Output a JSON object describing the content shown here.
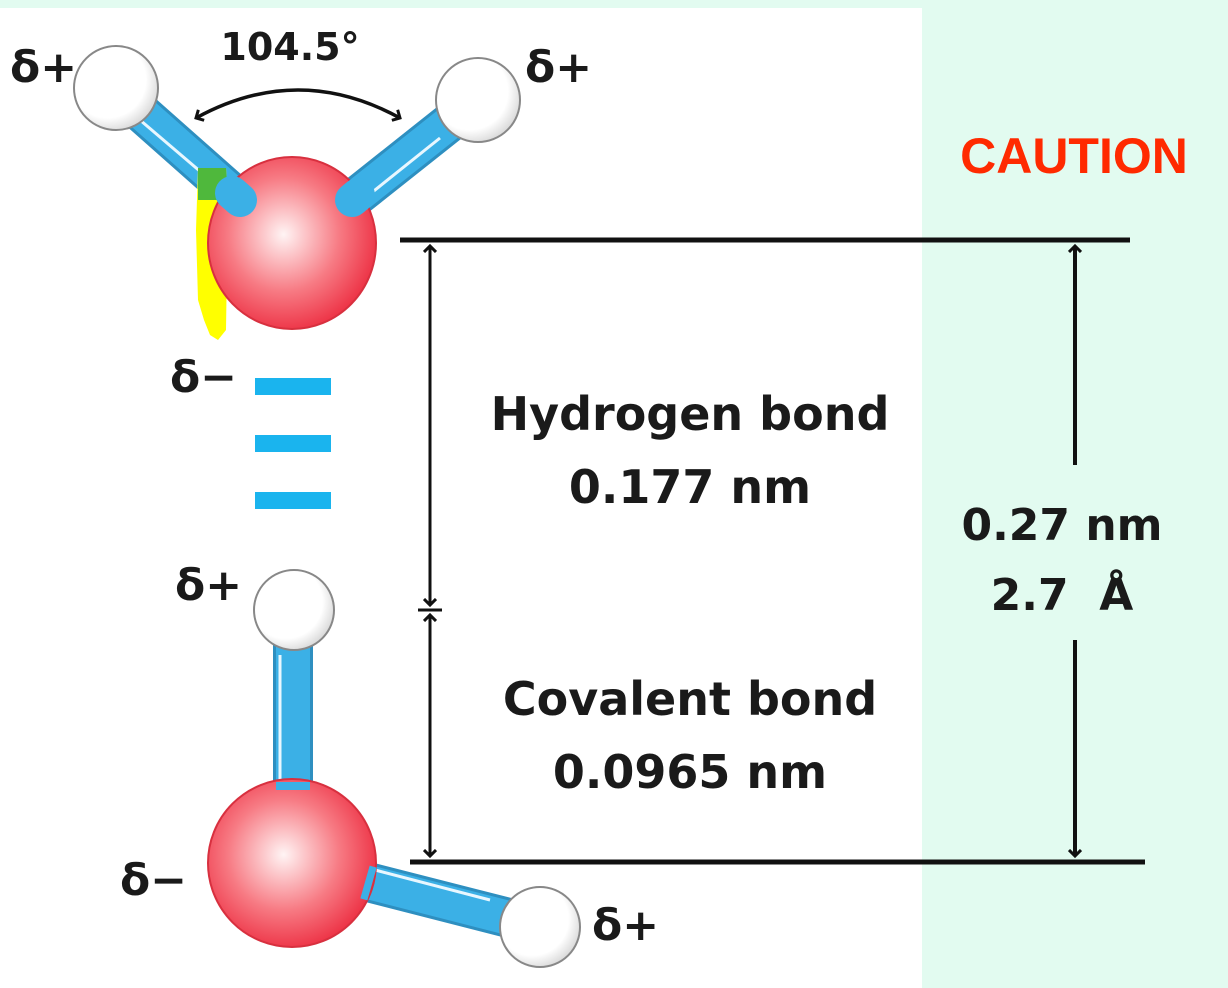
{
  "angle_label": "104.5°",
  "charges": {
    "top_h_left": "δ+",
    "top_h_right": "δ+",
    "top_o": "δ−",
    "bottom_h_top": "δ+",
    "bottom_o": "δ−",
    "bottom_h_right": "δ+"
  },
  "hydrogen_bond": {
    "title": "Hydrogen bond",
    "length": "0.177 nm"
  },
  "covalent_bond": {
    "title": "Covalent bond",
    "length": "0.0965 nm"
  },
  "total_distance": {
    "nm": "0.27 nm",
    "angstrom": "2.7  Å"
  },
  "caution_label": "CAUTION",
  "colors": {
    "oxygen": "#f04a5a",
    "hydrogen": "#ffffff",
    "bond": "#3bb0e6",
    "hbond_dash": "#1ab4ee",
    "caution": "#ff2a00",
    "panel_background": "#e2fbf0",
    "highlight_yellow": "#ffff00",
    "highlight_green": "#3cb043"
  }
}
